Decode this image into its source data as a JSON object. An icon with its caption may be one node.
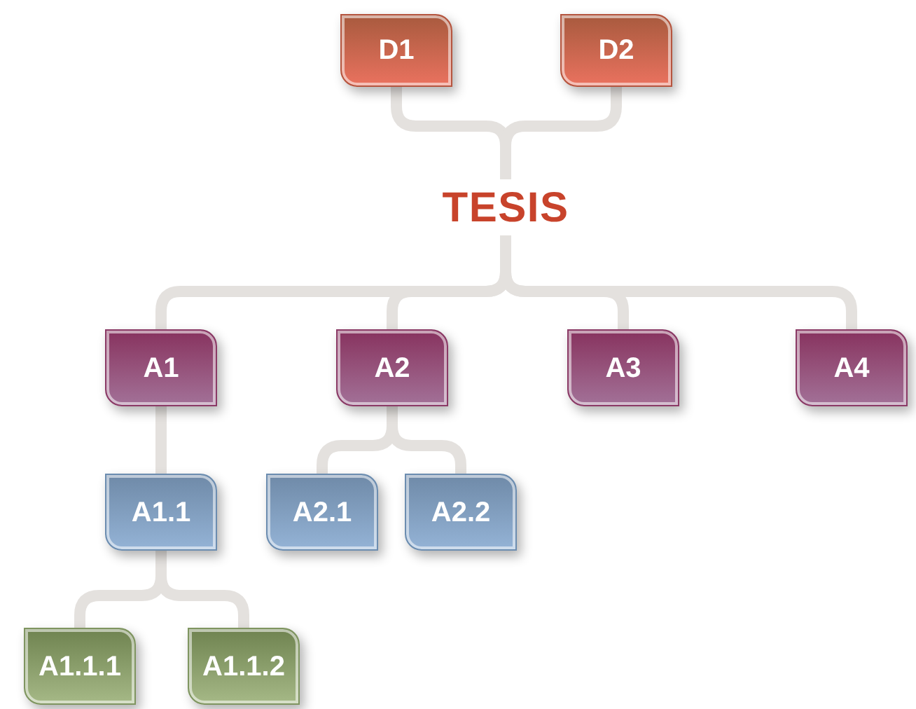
{
  "diagram": {
    "nodes": [
      {
        "text": [
          "D1"
        ]
      },
      {
        "text": [
          "D2"
        ]
      },
      {
        "text": [
          "TESIS"
        ]
      },
      {
        "text": [
          "A1"
        ]
      },
      {
        "text": [
          "A2"
        ]
      },
      {
        "text": [
          "A3"
        ]
      },
      {
        "text": [
          "A4"
        ]
      },
      {
        "text": [
          "A1.1"
        ]
      },
      {
        "text": [
          "A2.1"
        ]
      },
      {
        "text": [
          "A2.2"
        ]
      },
      {
        "text": [
          "A1.1.1"
        ]
      },
      {
        "text": [
          "A1.1.2"
        ]
      }
    ],
    "edges": [
      {
        "from": 0,
        "to": 2,
        "arrow": "none"
      },
      {
        "from": 1,
        "to": 2,
        "arrow": "none"
      },
      {
        "from": 2,
        "to": 3,
        "arrow": "none"
      },
      {
        "from": 2,
        "to": 4,
        "arrow": "none"
      },
      {
        "from": 2,
        "to": 5,
        "arrow": "none"
      },
      {
        "from": 2,
        "to": 6,
        "arrow": "none"
      },
      {
        "from": 3,
        "to": 7,
        "arrow": "none"
      },
      {
        "from": 4,
        "to": 8,
        "arrow": "none"
      },
      {
        "from": 4,
        "to": 9,
        "arrow": "none"
      },
      {
        "from": 7,
        "to": 10,
        "arrow": "none"
      },
      {
        "from": 7,
        "to": 11,
        "arrow": "none"
      }
    ]
  }
}
